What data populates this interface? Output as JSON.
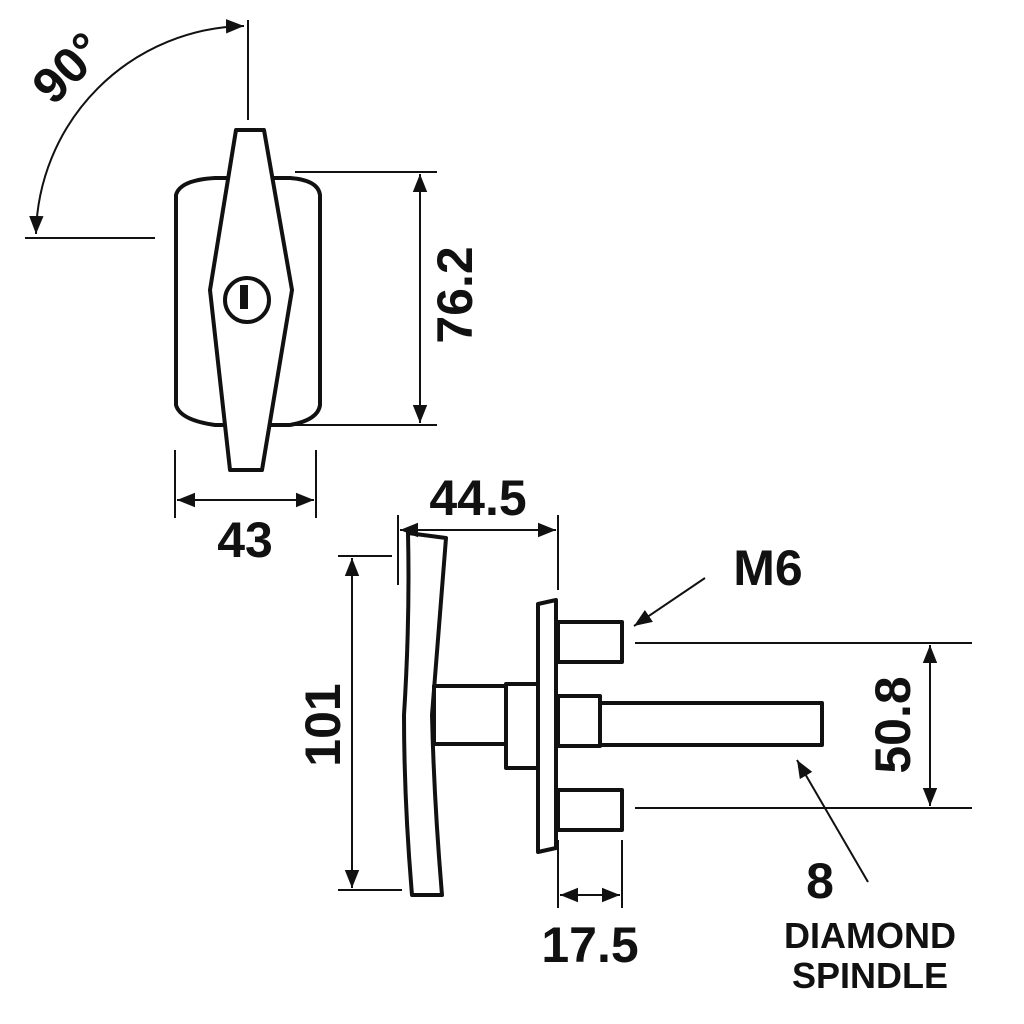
{
  "drawing": {
    "angle_label": "90°",
    "top_view": {
      "height_label": "76.2",
      "width_label": "43"
    },
    "side_view": {
      "handle_offset_label": "44.5",
      "thread_label": "M6",
      "handle_length_label": "101",
      "stud_spacing_label": "50.8",
      "stud_length_label": "17.5",
      "spindle_size_label": "8",
      "spindle_type_line1": "DIAMOND",
      "spindle_type_line2": "SPINDLE"
    }
  }
}
